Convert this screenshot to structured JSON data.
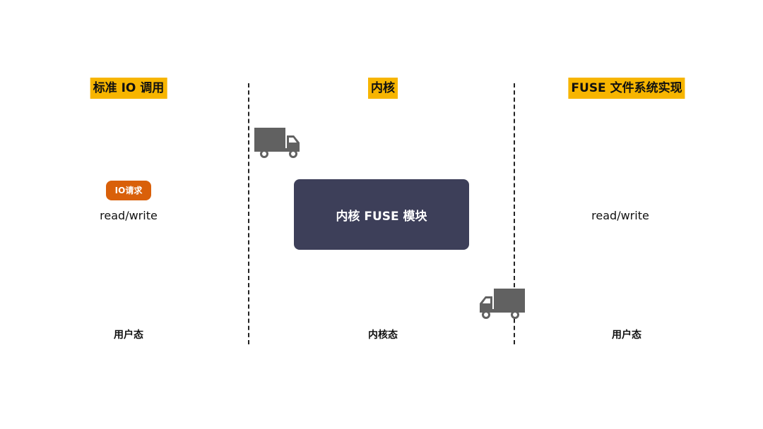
{
  "columns": {
    "left": {
      "heading": "标准 IO 调用",
      "state": "用户态",
      "rw": "read/write",
      "badge": "IO请求"
    },
    "middle": {
      "heading": "内核",
      "state": "内核态",
      "module": "内核 FUSE 模块"
    },
    "right": {
      "heading": "FUSE 文件系统实现",
      "state": "用户态",
      "rw": "read/write"
    }
  },
  "colors": {
    "heading_bg": "#f7b500",
    "badge_bg": "#d9600a",
    "module_bg": "#3d3f59",
    "truck": "#616161"
  },
  "icons": [
    "truck-icon",
    "truck-icon"
  ]
}
